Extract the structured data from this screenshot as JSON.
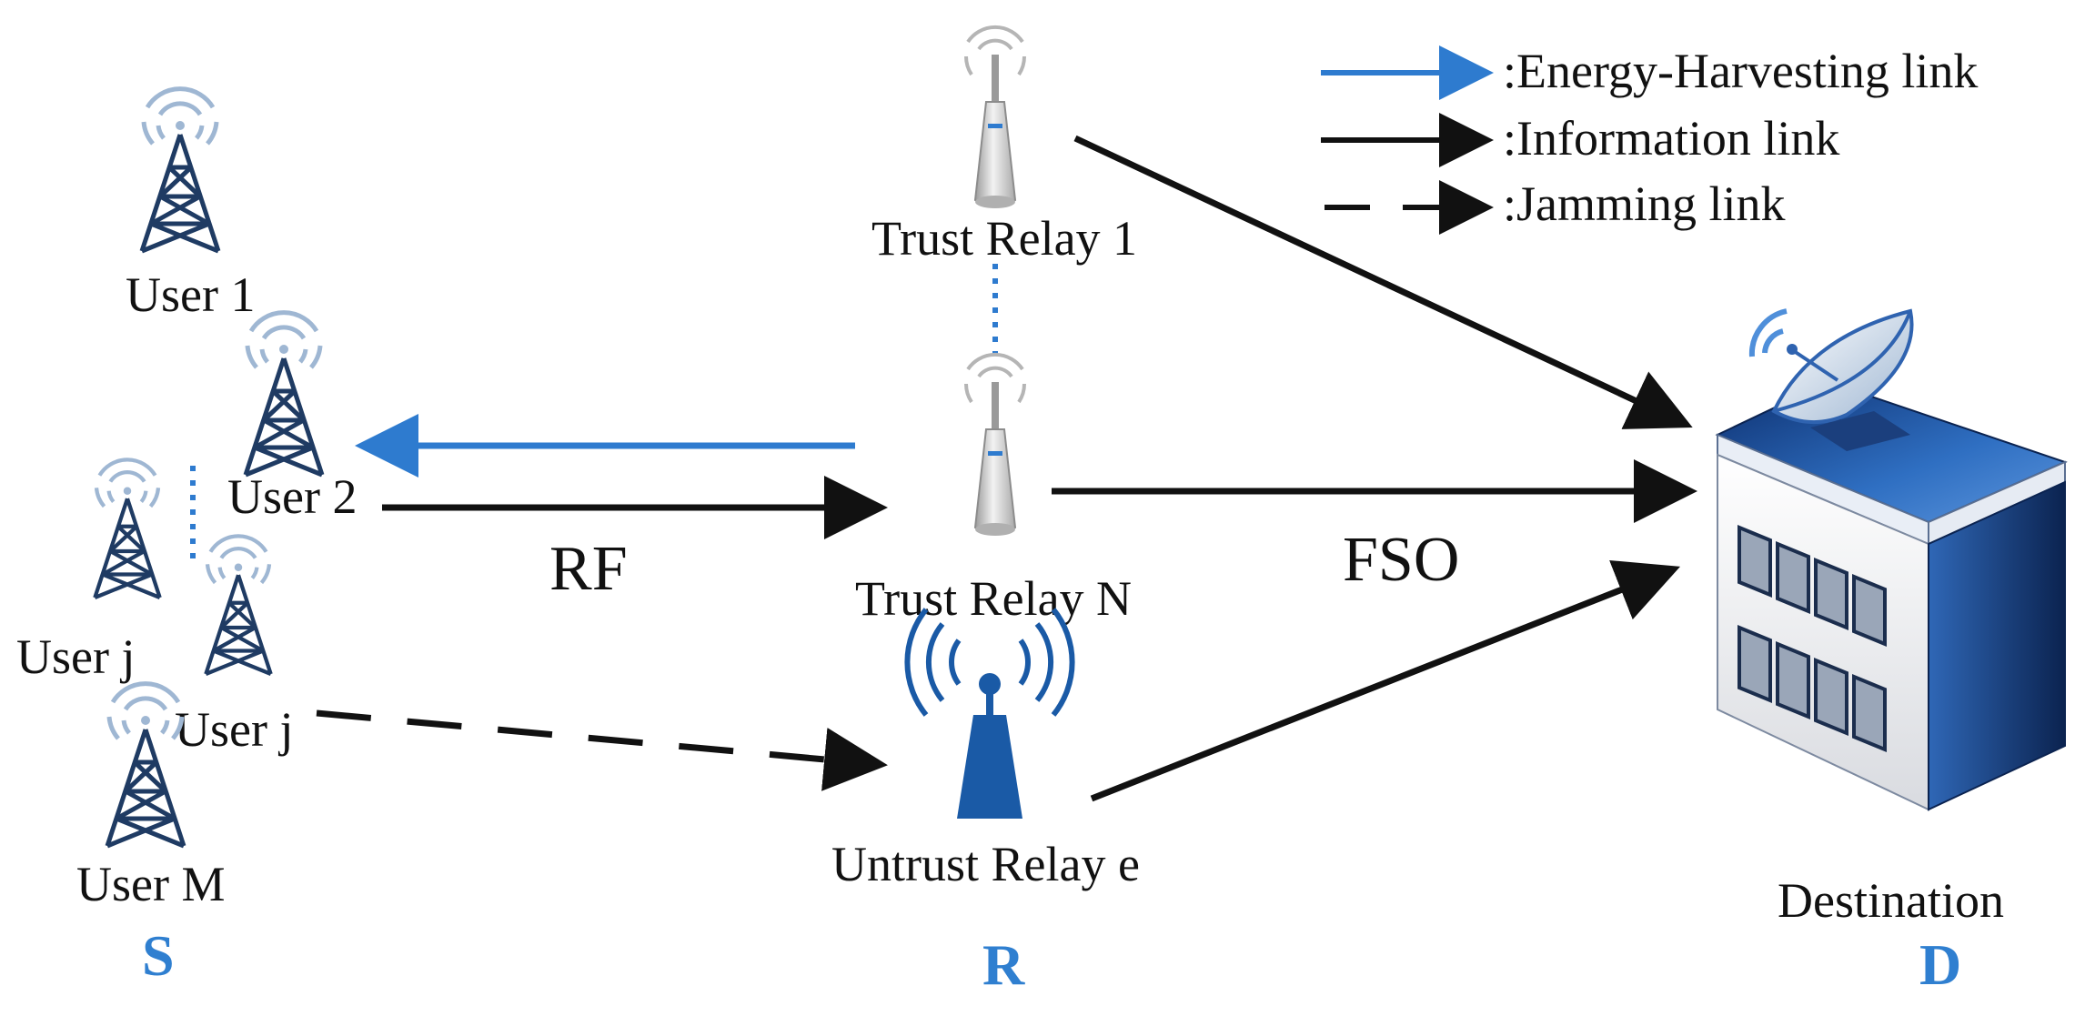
{
  "legend": {
    "energy_harvesting": ":Energy-Harvesting link",
    "information": ":Information link",
    "jamming": ":Jamming link"
  },
  "nodes": {
    "user1": "User 1",
    "user2": "User 2",
    "userj_left": "User j",
    "userj_right": "User j",
    "userM": "User M",
    "trust_relay_1": "Trust Relay 1",
    "trust_relay_n": "Trust Relay N",
    "untrust_relay": "Untrust Relay e",
    "destination": "Destination"
  },
  "link_labels": {
    "rf": "RF",
    "fso": "FSO"
  },
  "groups": {
    "source": "S",
    "relay": "R",
    "destination": "D"
  },
  "colors": {
    "energy_link": "#2e7bcf",
    "group_letter": "#2f7fd0",
    "tower": "#1f3b63",
    "wave": "#9fb7d3",
    "building_roof": "#2f63b0",
    "building_side": "#1b3f7d",
    "untrusted_relay": "#1a5aa6"
  },
  "icons": {
    "user_tower": "antenna-tower-icon",
    "trusted_relay": "relay-antenna-icon",
    "untrusted_relay": "broadcast-tower-icon",
    "destination": "satellite-building-icon"
  }
}
